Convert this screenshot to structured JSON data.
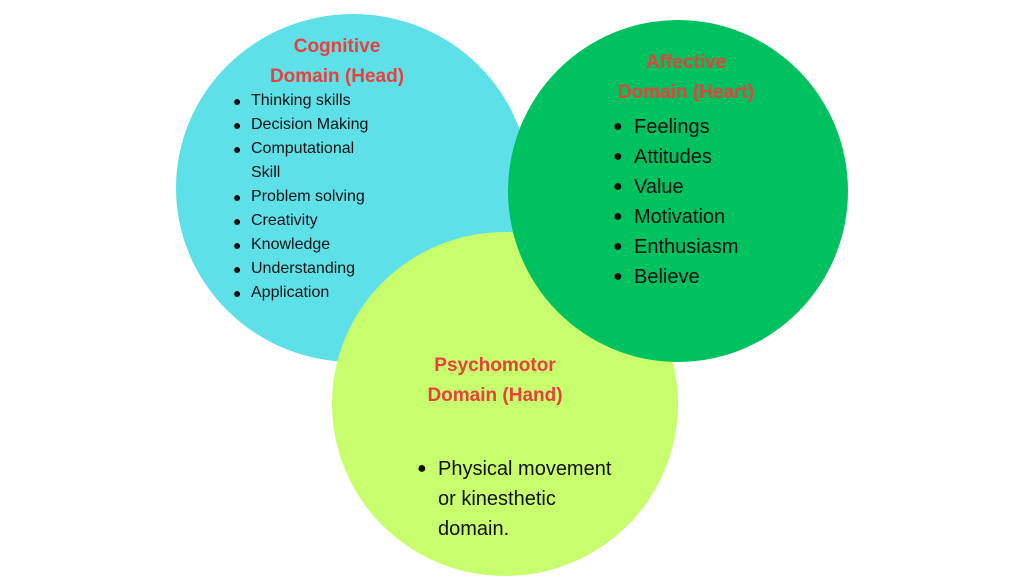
{
  "colors": {
    "cognitive_fill": "#5ee0e8",
    "affective_fill": "#00c160",
    "psychomotor_fill": "#c8fe6e",
    "title_text": "#e8413c",
    "body_text": "#111111"
  },
  "cognitive": {
    "title_line1": "Cognitive",
    "title_line2": "Domain (Head)",
    "items": [
      "Thinking skills",
      "Decision Making",
      "Computational",
      "Skill",
      "Problem solving",
      "Creativity",
      "Knowledge",
      "Understanding",
      "Application"
    ]
  },
  "affective": {
    "title_line1": "Affective",
    "title_line2": "Domain (Heart)",
    "items": [
      "Feelings",
      "Attitudes",
      "Value",
      "Motivation",
      "Enthusiasm",
      "Believe"
    ]
  },
  "psychomotor": {
    "title_line1": "Psychomotor",
    "title_line2": "Domain (Hand)",
    "items": [
      "Physical movement",
      "or kinesthetic",
      "domain."
    ]
  }
}
